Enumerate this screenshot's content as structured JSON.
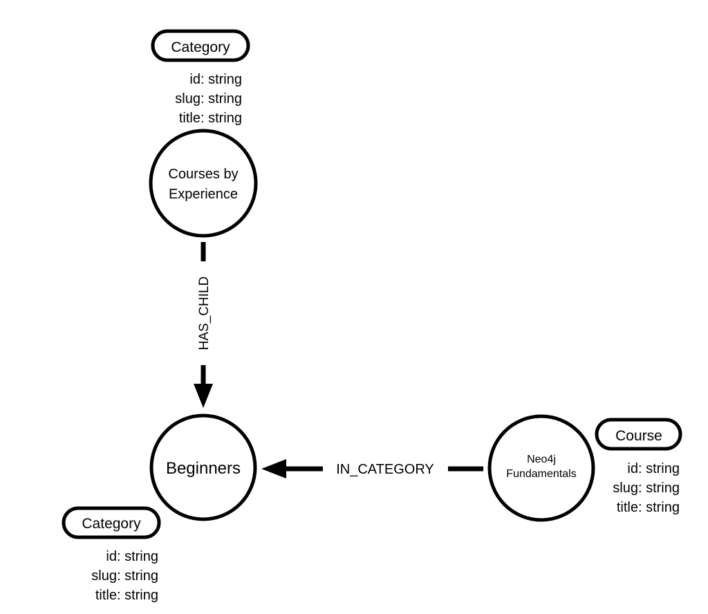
{
  "nodes": {
    "courses_by_experience": {
      "label_line1": "Courses by",
      "label_line2": "Experience",
      "tag": "Category",
      "props": [
        "id: string",
        "slug: string",
        "title: string"
      ]
    },
    "beginners": {
      "label": "Beginners",
      "tag": "Category",
      "props": [
        "id: string",
        "slug: string",
        "title: string"
      ]
    },
    "neo4j_fundamentals": {
      "label_line1": "Neo4j",
      "label_line2": "Fundamentals",
      "tag": "Course",
      "props": [
        "id: string",
        "slug: string",
        "title: string"
      ]
    }
  },
  "relationships": {
    "has_child": {
      "label": "HAS_CHILD"
    },
    "in_category": {
      "label": "IN_CATEGORY"
    }
  },
  "colors": {
    "stroke": "#000000",
    "fill": "#ffffff",
    "text": "#000000"
  }
}
